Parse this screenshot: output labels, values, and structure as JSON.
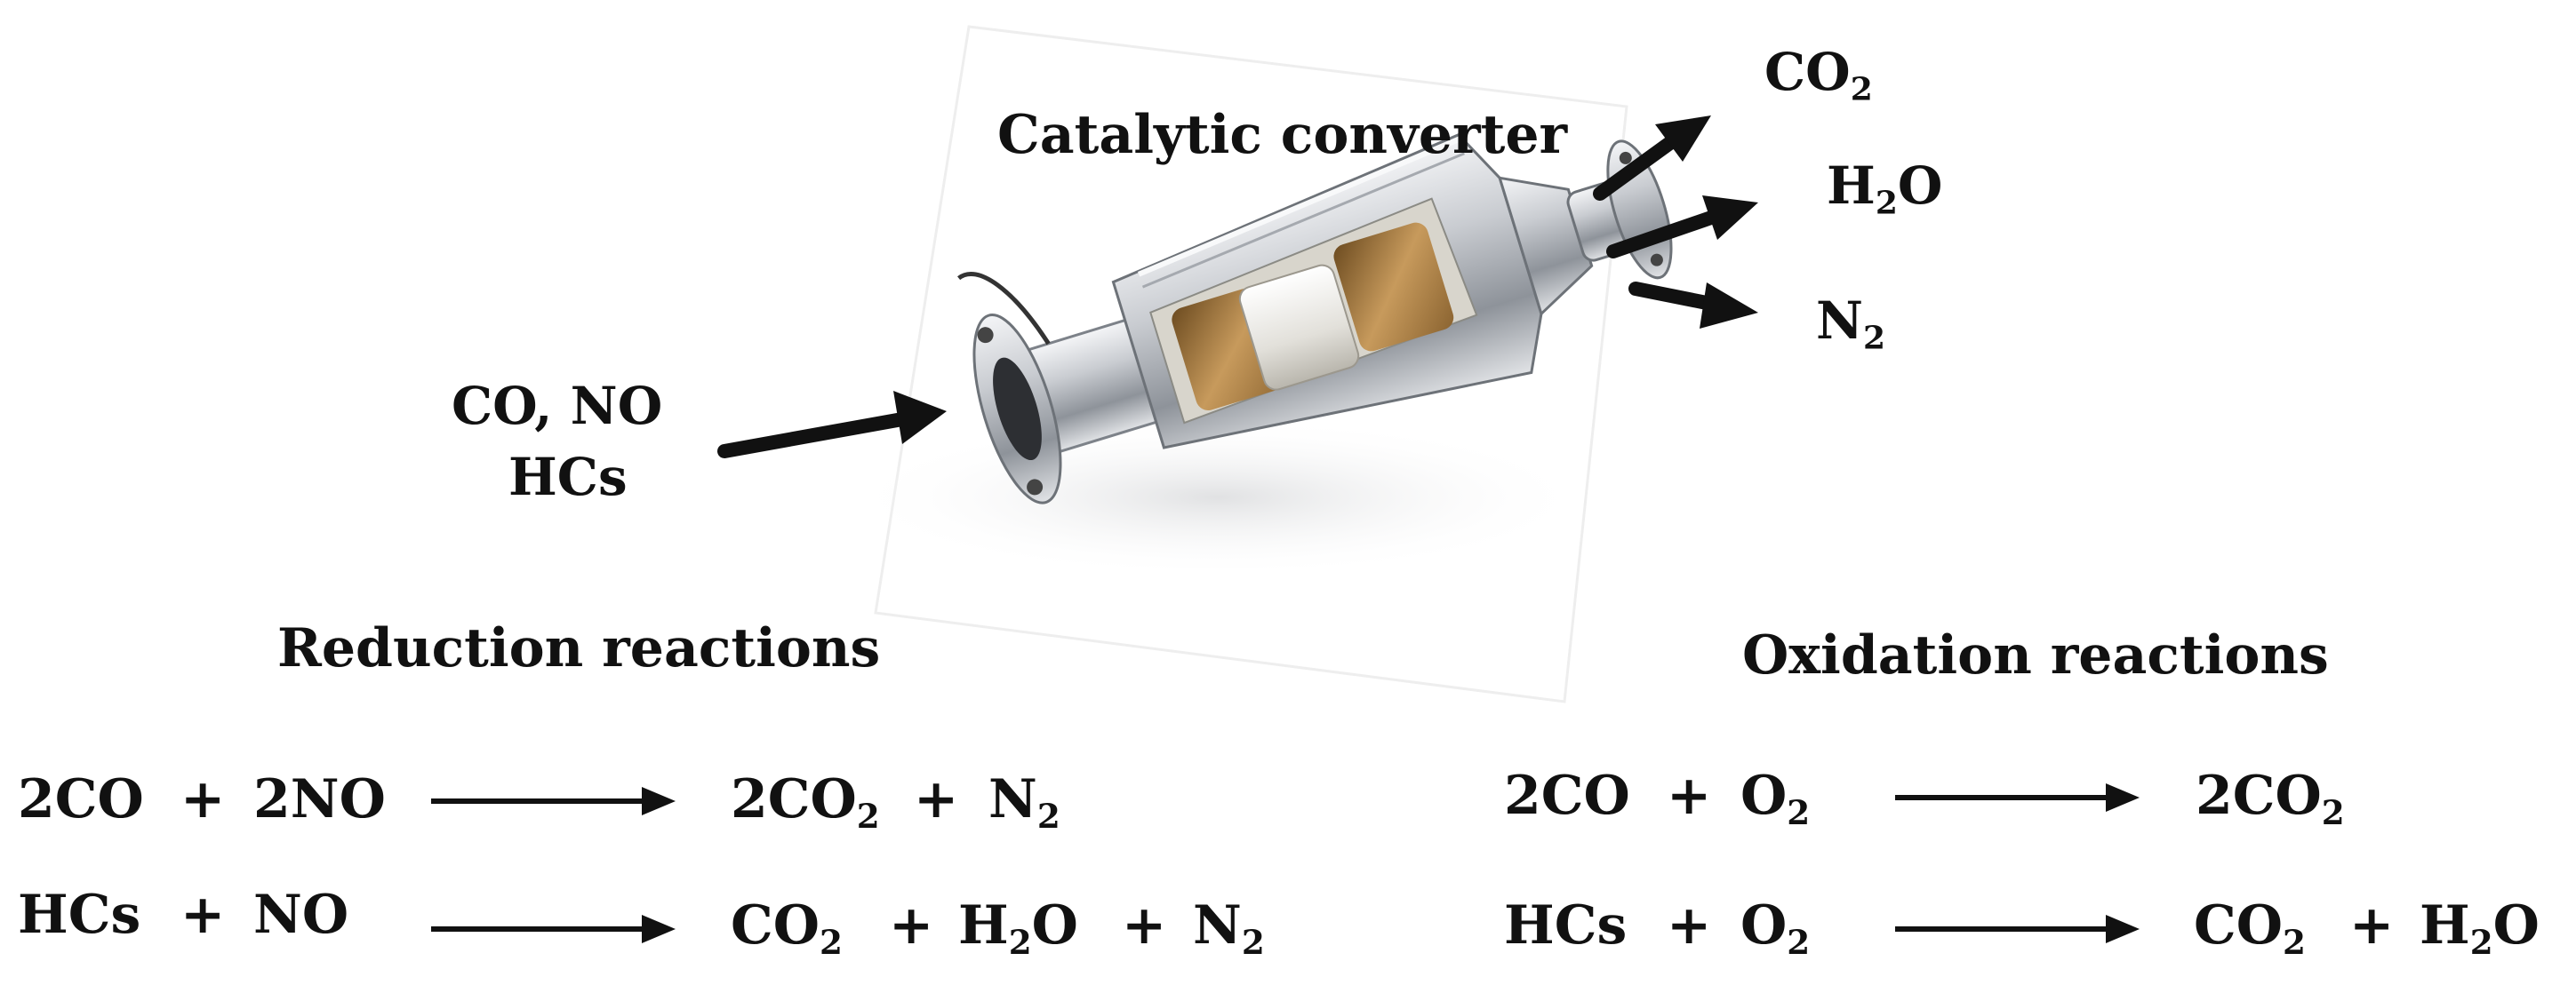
{
  "title": "Catalytic converter",
  "inputs": {
    "line1": "CO, NO",
    "line2": "HCs"
  },
  "outputs": [
    {
      "base": "CO",
      "sub": "2",
      "tail": ""
    },
    {
      "base": "H",
      "sub": "2",
      "tail": "O"
    },
    {
      "base": "N",
      "sub": "2",
      "tail": ""
    }
  ],
  "reduction": {
    "heading": "Reduction reactions",
    "eq1": {
      "r1": "2CO",
      "p1": "+",
      "r2": "2NO",
      "prod1_base": "2CO",
      "prod1_sub": "2",
      "p2": "+",
      "prod2_base": "N",
      "prod2_sub": "2"
    },
    "eq2": {
      "r1": "HCs",
      "p1": "+",
      "r2": "NO",
      "prod1_base": "CO",
      "prod1_sub": "2",
      "p2": "+",
      "prod2_base": "H",
      "prod2_sub": "2",
      "prod2_tail": "O",
      "p3": "+",
      "prod3_base": "N",
      "prod3_sub": "2"
    }
  },
  "oxidation": {
    "heading": "Oxidation reactions",
    "eq1": {
      "r1": "2CO",
      "p1": "+",
      "r2_base": "O",
      "r2_sub": "2",
      "prod1_base": "2CO",
      "prod1_sub": "2"
    },
    "eq2": {
      "r1": "HCs",
      "p1": "+",
      "r2_base": "O",
      "r2_sub": "2",
      "prod1_base": "CO",
      "prod1_sub": "2",
      "p2": "+",
      "prod2_base": "H",
      "prod2_sub": "2",
      "prod2_tail": "O"
    }
  },
  "colors": {
    "text": "#111111",
    "arrow": "#111111",
    "metal": "#c9ccd1",
    "ceramic": "#b8925a"
  },
  "icons": [
    "catalytic-converter-illustration",
    "arrow-icon"
  ]
}
